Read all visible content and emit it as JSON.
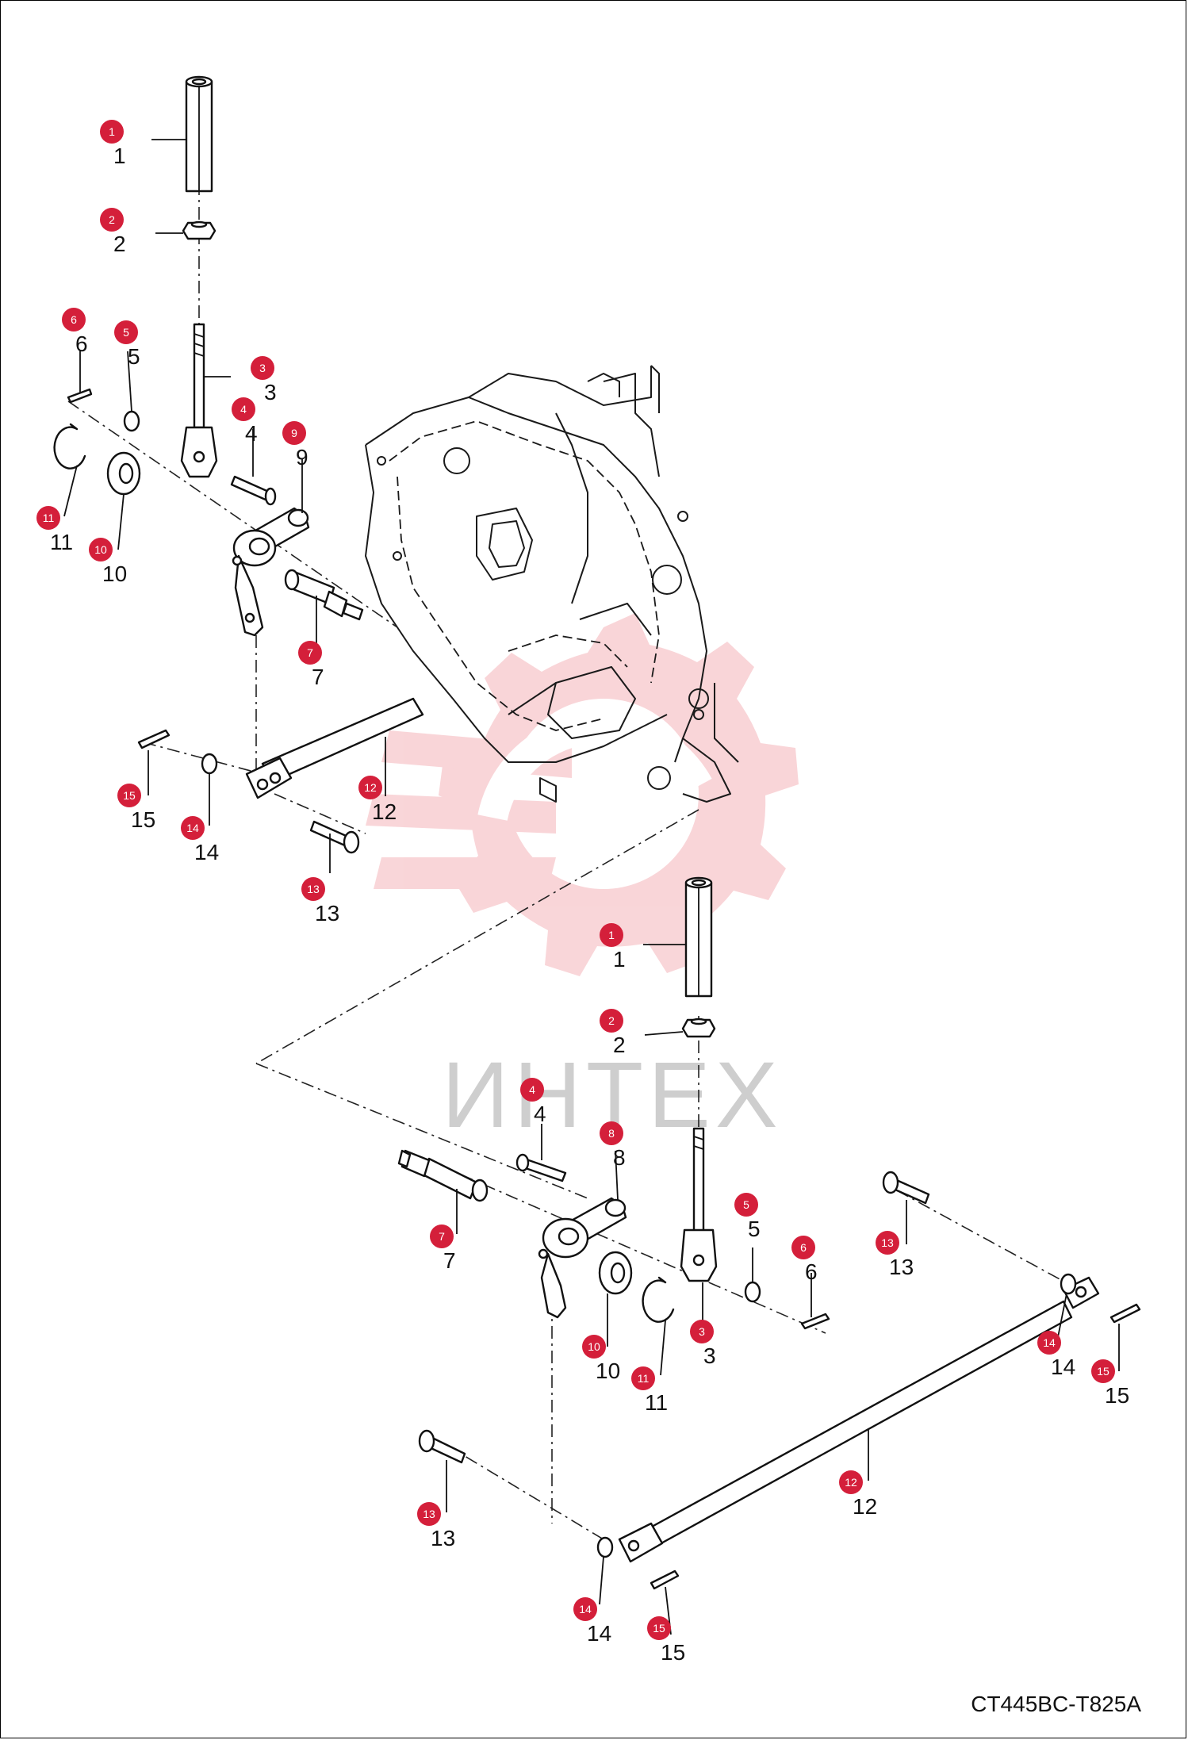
{
  "drawing_code": "CT445BC-T825A",
  "watermark": {
    "text": "ИНТЕХ",
    "color": "#f2a3aa"
  },
  "callouts": [
    {
      "n": "1",
      "label": "1"
    },
    {
      "n": "2",
      "label": "2"
    },
    {
      "n": "6",
      "label": "6"
    },
    {
      "n": "5",
      "label": "5"
    },
    {
      "n": "3",
      "label": "3"
    },
    {
      "n": "4",
      "label": "4"
    },
    {
      "n": "9",
      "label": "9"
    },
    {
      "n": "11",
      "label": "11"
    },
    {
      "n": "10",
      "label": "10"
    },
    {
      "n": "7",
      "label": "7"
    },
    {
      "n": "15",
      "label": "15"
    },
    {
      "n": "14",
      "label": "14"
    },
    {
      "n": "12",
      "label": "12"
    },
    {
      "n": "13",
      "label": "13"
    },
    {
      "n": "1",
      "label": "1"
    },
    {
      "n": "2",
      "label": "2"
    },
    {
      "n": "4",
      "label": "4"
    },
    {
      "n": "8",
      "label": "8"
    },
    {
      "n": "7",
      "label": "7"
    },
    {
      "n": "5",
      "label": "5"
    },
    {
      "n": "6",
      "label": "6"
    },
    {
      "n": "13",
      "label": "13"
    },
    {
      "n": "3",
      "label": "3"
    },
    {
      "n": "10",
      "label": "10"
    },
    {
      "n": "11",
      "label": "11"
    },
    {
      "n": "14",
      "label": "14"
    },
    {
      "n": "15",
      "label": "15"
    },
    {
      "n": "12",
      "label": "12"
    },
    {
      "n": "13",
      "label": "13"
    },
    {
      "n": "14",
      "label": "14"
    },
    {
      "n": "15",
      "label": "15"
    }
  ],
  "colors": {
    "callout": "#d41f3a",
    "line": "#111111"
  }
}
